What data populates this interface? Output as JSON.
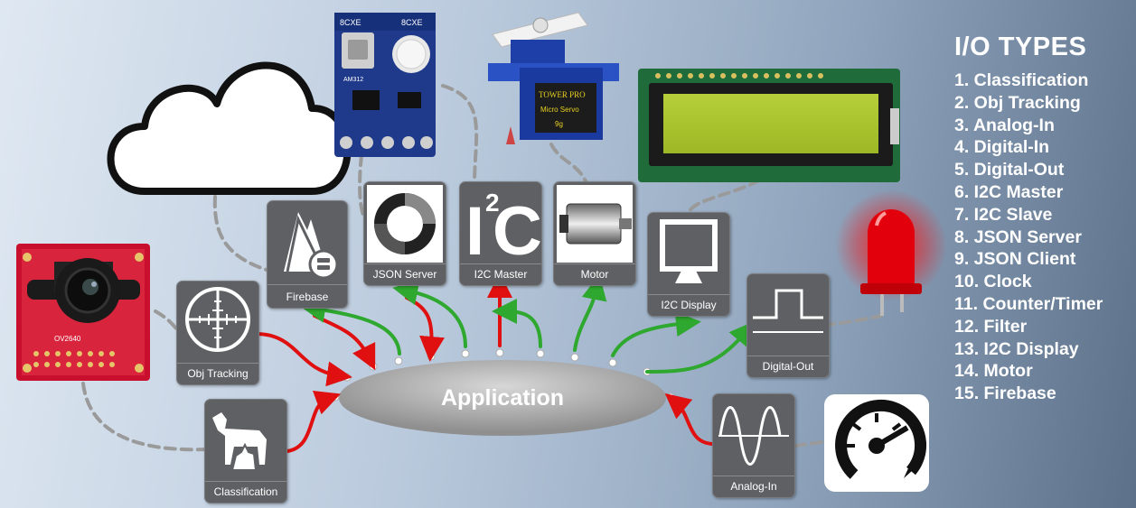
{
  "application": {
    "label": "Application"
  },
  "io_types": {
    "title": "I/O TYPES",
    "items": [
      "1. Classification",
      "2. Obj Tracking",
      "3. Analog-In",
      "4. Digital-In",
      "5. Digital-Out",
      "6. I2C Master",
      "7. I2C Slave",
      "8. JSON Server",
      "9. JSON Client",
      "10. Clock",
      "11. Counter/Timer",
      "12. Filter",
      "13. I2C Display",
      "14. Motor",
      "15. Firebase"
    ]
  },
  "tiles": {
    "firebase": "Firebase",
    "json_server": "JSON Server",
    "i2c_master": "I2C Master",
    "motor": "Motor",
    "i2c_display": "I2C Display",
    "digital_out": "Digital-Out",
    "obj_tracking": "Obj Tracking",
    "classification": "Classification",
    "analog_in": "Analog-In"
  },
  "photos": {
    "camera_top_label": "OV2640",
    "sensor_chip_left": "8CXE",
    "sensor_chip_right": "8CXE",
    "sensor_label": "AM312",
    "servo_brand": "TOWER PRO",
    "servo_model": "Micro Servo",
    "servo_number": "9g",
    "i2c_big_letter": "I",
    "i2c_sup": "2",
    "i2c_c": "C"
  },
  "colors": {
    "arrow_in": "#e01010",
    "arrow_out": "#2ea82e",
    "connector_dash": "#9a9a9a",
    "tile_bg": "#5f6063",
    "led_red": "#e3000d"
  }
}
